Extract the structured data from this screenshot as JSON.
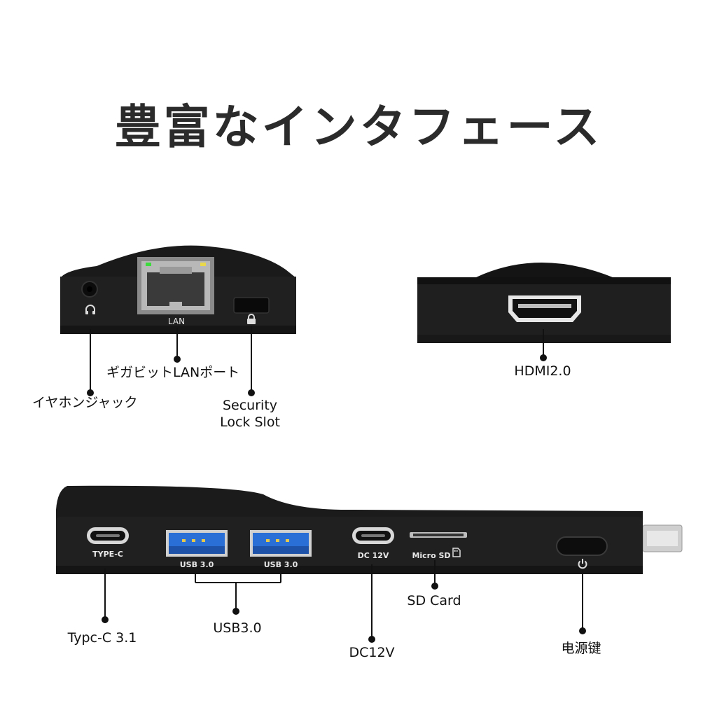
{
  "title": "豊富なインタフェース",
  "device_top": {
    "port_labels": {
      "lan": "LAN"
    },
    "icons": [
      "headphone-icon",
      "lock-icon"
    ]
  },
  "callouts": {
    "gigabit_lan": "ギガビットLANポート",
    "earphone_jack": "イヤホンジャック",
    "security_lock": [
      "Security",
      "Lock Slot"
    ],
    "hdmi": "HDMI2.0",
    "typec": "Typc-C 3.1",
    "usb": "USB3.0",
    "dc": "DC12V",
    "sdcard": "SD Card",
    "power": "电源键"
  },
  "device_bottom": {
    "port_labels": {
      "typec": "TYPE-C",
      "usb1": "USB 3.0",
      "usb2": "USB 3.0",
      "dc": "DC 12V",
      "microsd": "Micro SD"
    },
    "icons": [
      "power-icon",
      "sd-card-icon"
    ]
  },
  "colors": {
    "device": "#1e1e1e",
    "usb_blue": "#2a6fd6",
    "led_green": "#3ddc3d",
    "led_yellow": "#e8d84a"
  }
}
